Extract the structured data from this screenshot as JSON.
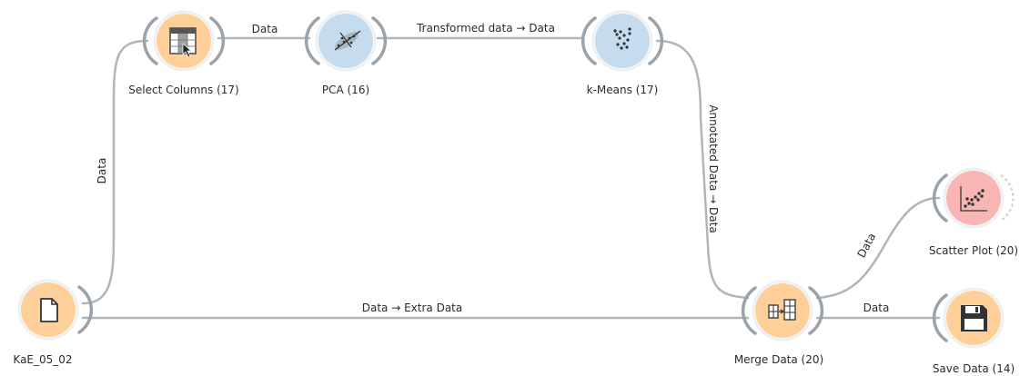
{
  "nodes": {
    "file": {
      "label": "KaE_05_02",
      "icon": "document-icon",
      "color": "#ffcf99"
    },
    "select_columns": {
      "label": "Select Columns (17)",
      "icon": "table-select-icon",
      "color": "#ffcf99"
    },
    "pca": {
      "label": "PCA (16)",
      "icon": "pca-projection-icon",
      "color": "#c5dcee"
    },
    "kmeans": {
      "label": "k-Means (17)",
      "icon": "cluster-points-icon",
      "color": "#c5dcee"
    },
    "merge_data": {
      "label": "Merge Data (20)",
      "icon": "merge-tables-icon",
      "color": "#ffcf99"
    },
    "scatter_plot": {
      "label": "Scatter Plot (20)",
      "icon": "scatter-plot-icon",
      "color": "#f7b6b4"
    },
    "save_data": {
      "label": "Save Data (14)",
      "icon": "floppy-disk-icon",
      "color": "#ffcf99"
    }
  },
  "links": {
    "file_to_select": "Data",
    "select_to_pca": "Data",
    "pca_to_kmeans": "Transformed data → Data",
    "kmeans_to_merge": "Annotated Data → Data",
    "file_to_merge": "Data → Extra Data",
    "merge_to_scatter": "Data",
    "merge_to_save": "Data"
  },
  "colors": {
    "link": "#aeb6bd",
    "data_node": "#ffcf99",
    "model_node": "#c5dcee",
    "viz_node": "#f7b6b4"
  }
}
